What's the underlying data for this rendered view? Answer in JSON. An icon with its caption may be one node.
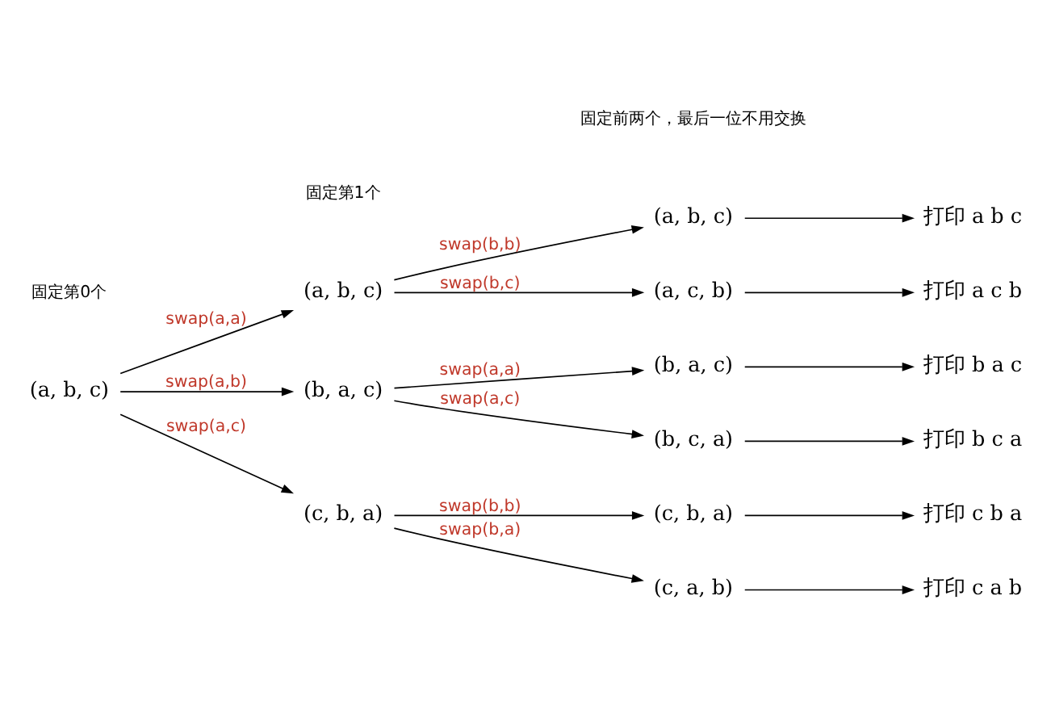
{
  "diagram": {
    "nodes": [
      {
        "text": [
          "(a, b, c)"
        ]
      },
      {
        "text": [
          "(a, b, c)"
        ]
      },
      {
        "text": [
          "(b, a, c)"
        ]
      },
      {
        "text": [
          "(c, b, a)"
        ]
      },
      {
        "text": [
          "(a, b, c)"
        ]
      },
      {
        "text": [
          "(a, c, b)"
        ]
      },
      {
        "text": [
          "(b, a, c)"
        ]
      },
      {
        "text": [
          "(b, c, a)"
        ]
      },
      {
        "text": [
          "(c, b, a)"
        ]
      },
      {
        "text": [
          "(c, a, b)"
        ]
      },
      {
        "text": [
          "打印 a b c"
        ]
      },
      {
        "text": [
          "打印 a c b"
        ]
      },
      {
        "text": [
          "打印 b a c"
        ]
      },
      {
        "text": [
          "打印 b c a"
        ]
      },
      {
        "text": [
          "打印 c b a"
        ]
      },
      {
        "text": [
          "打印 c a b"
        ]
      }
    ],
    "edges": [
      {
        "from": 0,
        "to": 1,
        "arrow": "to",
        "label": "swap(a,a)"
      },
      {
        "from": 0,
        "to": 2,
        "arrow": "to",
        "label": "swap(a,b)"
      },
      {
        "from": 0,
        "to": 3,
        "arrow": "to",
        "label": "swap(a,c)"
      },
      {
        "from": 1,
        "to": 4,
        "arrow": "to",
        "label": "swap(b,b)"
      },
      {
        "from": 1,
        "to": 5,
        "arrow": "to",
        "label": "swap(b,c)"
      },
      {
        "from": 2,
        "to": 6,
        "arrow": "to",
        "label": "swap(a,a)"
      },
      {
        "from": 2,
        "to": 7,
        "arrow": "to",
        "label": "swap(a,c)"
      },
      {
        "from": 3,
        "to": 8,
        "arrow": "to",
        "label": "swap(b,b)"
      },
      {
        "from": 3,
        "to": 9,
        "arrow": "to",
        "label": "swap(b,a)"
      },
      {
        "from": 4,
        "to": 10,
        "arrow": "to"
      },
      {
        "from": 5,
        "to": 11,
        "arrow": "to"
      },
      {
        "from": 6,
        "to": 12,
        "arrow": "to"
      },
      {
        "from": 7,
        "to": 13,
        "arrow": "to"
      },
      {
        "from": 8,
        "to": 14,
        "arrow": "to"
      },
      {
        "from": 9,
        "to": 15,
        "arrow": "to"
      }
    ],
    "labels": [
      "固定第0个",
      "固定第1个",
      "固定前两个，最后一位不用交换"
    ]
  }
}
